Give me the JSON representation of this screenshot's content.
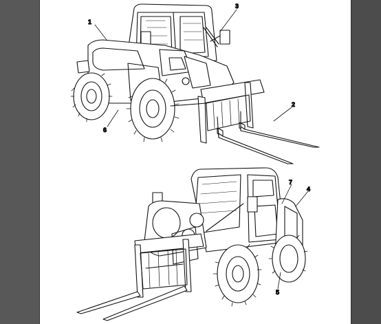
{
  "document": {
    "callouts": {
      "c1": "1",
      "c2": "2",
      "c3": "3",
      "c4": "4",
      "c5": "5",
      "c6": "6",
      "c7": "7"
    },
    "illustrations": [
      "telehandler-rear-three-quarter-view",
      "telehandler-front-three-quarter-view"
    ]
  }
}
